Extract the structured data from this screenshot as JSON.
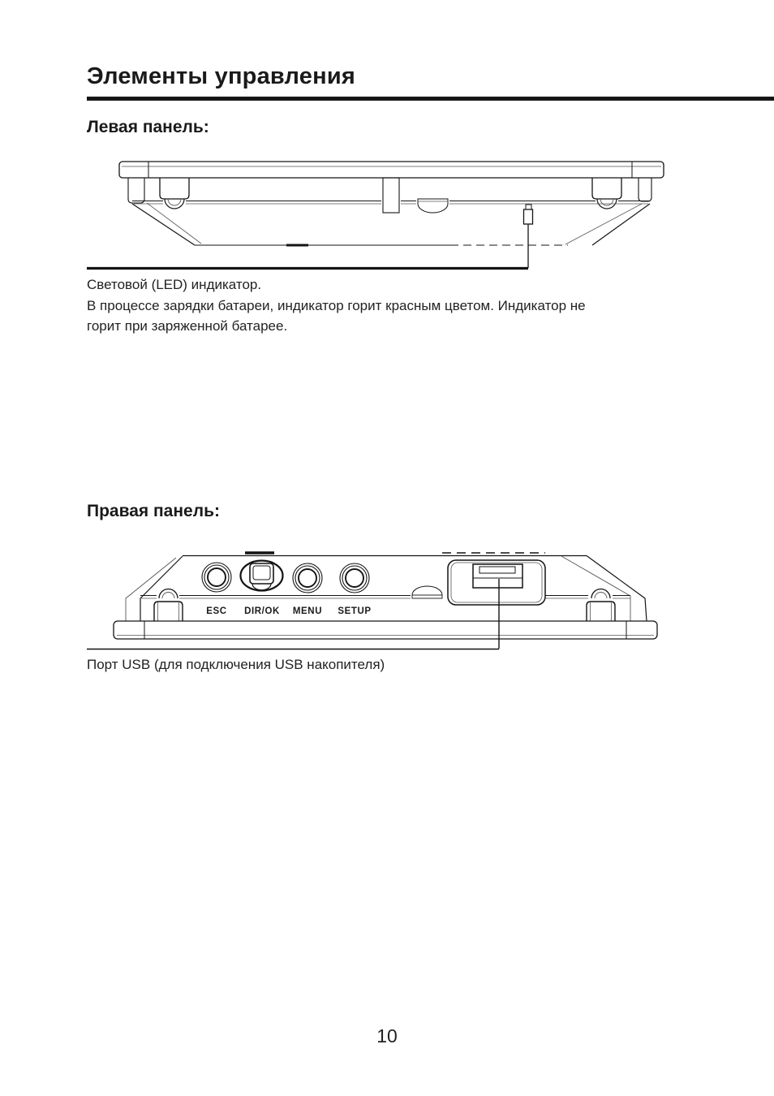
{
  "page": {
    "title": "Элементы управления",
    "page_number": "10"
  },
  "left_panel": {
    "heading": "Левая панель:",
    "caption_lines": [
      "Световой (LED) индикатор.",
      "В процессе зарядки батареи, индикатор горит красным цветом. Индикатор не",
      "горит при заряженной батарее."
    ]
  },
  "right_panel": {
    "heading": "Правая панель:",
    "buttons": [
      "ESC",
      "DIR/OK",
      "MENU",
      "SETUP"
    ],
    "caption": "Порт USB (для подключения USB накопителя)"
  },
  "colors": {
    "ink": "#1a1a1a",
    "line": "#141414",
    "background": "#ffffff"
  }
}
